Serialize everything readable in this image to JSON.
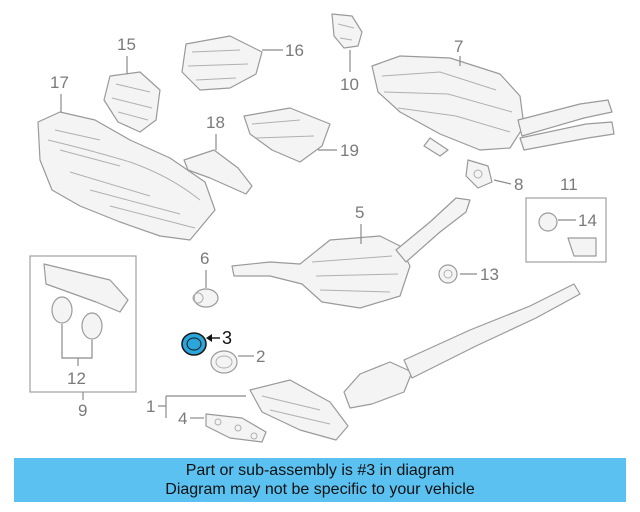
{
  "callouts": {
    "c1": "1",
    "c2": "2",
    "c3": "3",
    "c4": "4",
    "c5": "5",
    "c6": "6",
    "c7": "7",
    "c8": "8",
    "c9": "9",
    "c10": "10",
    "c11": "11",
    "c12": "12",
    "c13": "13",
    "c14": "14",
    "c15": "15",
    "c16": "16",
    "c17": "17",
    "c18": "18",
    "c19": "19"
  },
  "highlight_part": "3",
  "colors": {
    "highlight_fill": "#2aa6dc",
    "banner_bg": "#5ac1f0",
    "line_art": "#9a9a9a"
  },
  "banner": {
    "line1": "Part or sub-assembly is #3 in diagram",
    "line2": "Diagram may not be specific to your vehicle"
  }
}
